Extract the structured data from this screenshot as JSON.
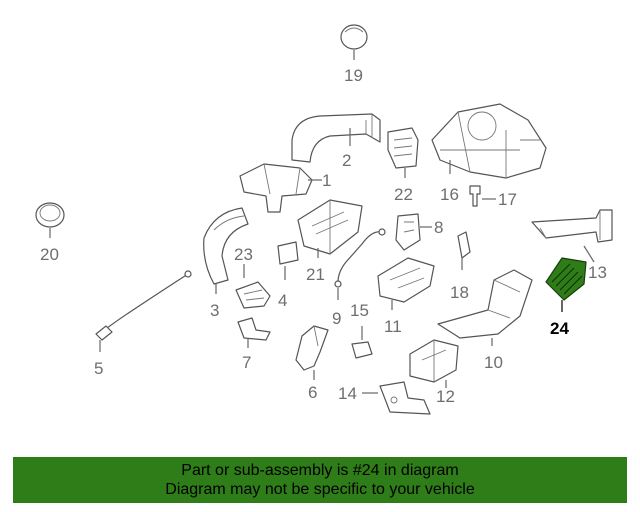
{
  "diagram": {
    "selected_part": "24",
    "labels": {
      "p1": "1",
      "p2": "2",
      "p3": "3",
      "p4": "4",
      "p5": "5",
      "p6": "6",
      "p7": "7",
      "p8": "8",
      "p9": "9",
      "p10": "10",
      "p11": "11",
      "p12": "12",
      "p13": "13",
      "p14": "14",
      "p15": "15",
      "p16": "16",
      "p17": "17",
      "p18": "18",
      "p19": "19",
      "p20": "20",
      "p21": "21",
      "p22": "22",
      "p23": "23",
      "p24": "24"
    }
  },
  "banner": {
    "line1": "Part or sub-assembly is #24 in diagram",
    "line2": "Diagram may not be specific to your vehicle"
  },
  "colors": {
    "highlight": "#2e7d18",
    "label": "#6e6e6e"
  }
}
